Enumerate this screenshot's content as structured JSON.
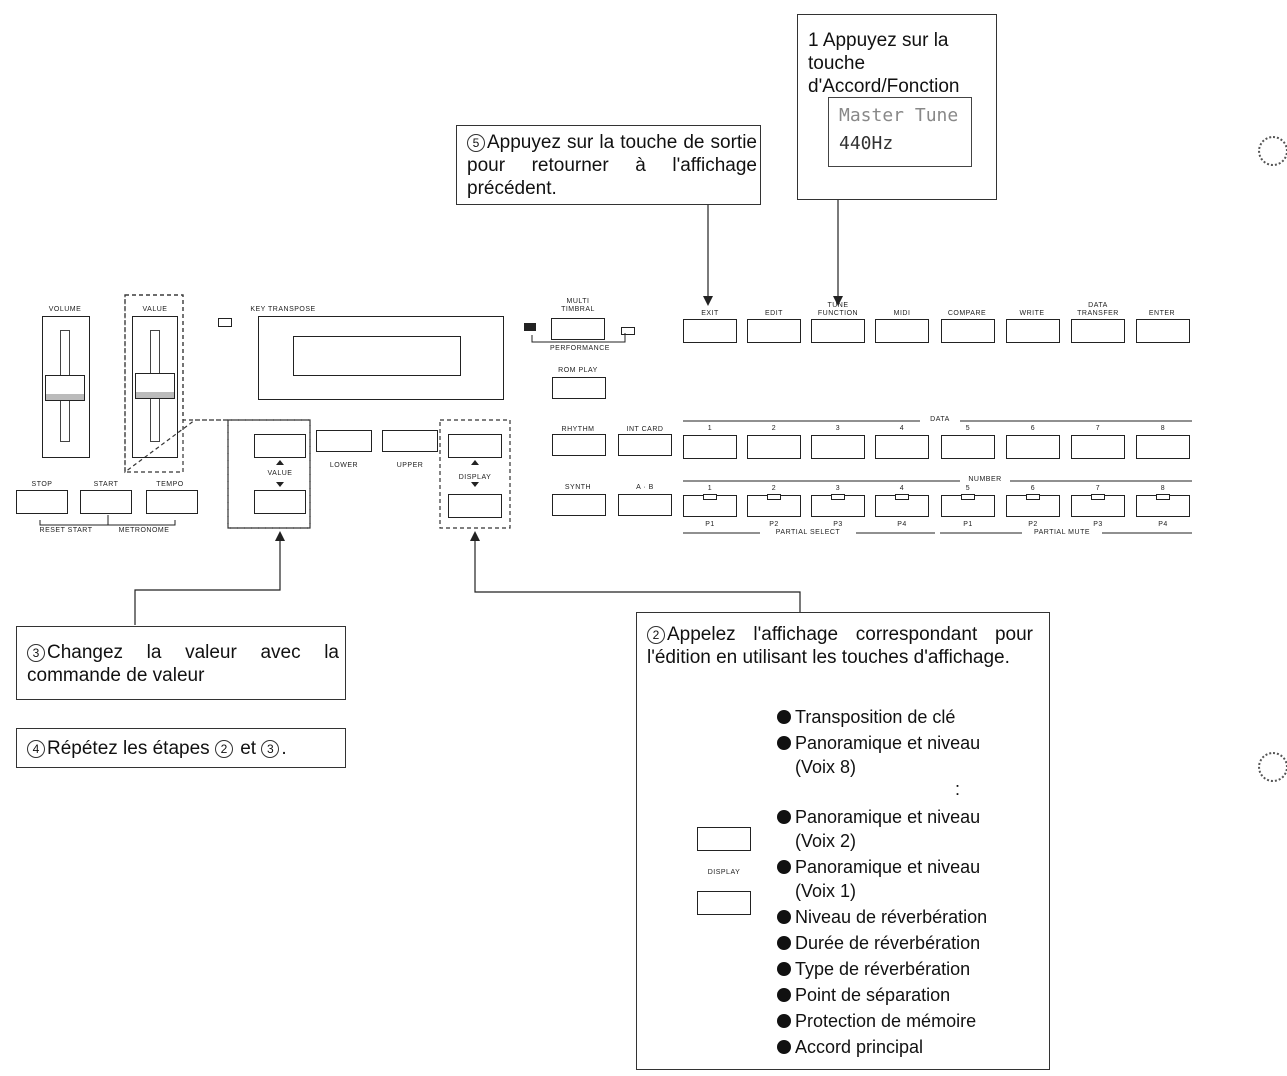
{
  "callouts": {
    "step1": {
      "number": "1",
      "text": "Appuyez sur la touche d'Accord/Fonction",
      "lcd_line1": "Master Tune",
      "lcd_line2": "440Hz"
    },
    "step5": {
      "number": "5",
      "text": "Appuyez sur la touche de sortie pour retourner à l'affichage précédent."
    },
    "step3": {
      "number": "3",
      "text": "Changez la valeur avec la commande de valeur"
    },
    "step4": {
      "number": "4",
      "text": "Répétez les étapes",
      "ref2": "2",
      "conj": "et",
      "ref3": "3",
      "end": "."
    },
    "step2": {
      "number": "2",
      "text": "Appelez l'affichage correspondant pour l'édition en utilisant les touches d'affichage."
    }
  },
  "display_list": {
    "items": [
      "Transposition de clé",
      "Panoramique et niveau",
      "(Voix 8)",
      ":",
      "Panoramique et niveau",
      "(Voix 2)",
      "Panoramique et niveau",
      "(Voix 1)",
      "Niveau de réverbération",
      "Durée de réverbération",
      "Type de réverbération",
      "Point de séparation",
      "Protection de mémoire",
      "Accord principal"
    ],
    "display_label": "DISPLAY"
  },
  "panel": {
    "volume": "VOLUME",
    "value": "VALUE",
    "key_transpose": "KEY TRANSPOSE",
    "multi_timbral": "MULTI TIMBRAL",
    "performance": "PERFORMANCE",
    "rom_play": "ROM PLAY",
    "rhythm": "RHYTHM",
    "int_card": "INT CARD",
    "synth": "SYNTH",
    "ab": "A · B",
    "lower": "LOWER",
    "upper": "UPPER",
    "value_btn": "VALUE",
    "display_btn": "DISPLAY",
    "stop": "STOP",
    "start": "START",
    "tempo": "TEMPO",
    "reset_start": "RESET START",
    "metronome": "METRONOME",
    "top_buttons": [
      "EXIT",
      "EDIT",
      "TUNE FUNCTION",
      "MIDI",
      "COMPARE",
      "WRITE",
      "DATA TRANSFER",
      "ENTER"
    ],
    "data_label": "DATA",
    "number_buttons": [
      "1",
      "2",
      "3",
      "4",
      "5",
      "6",
      "7",
      "8"
    ],
    "number_label": "NUMBER",
    "partial_labels": [
      "P1",
      "P2",
      "P3",
      "P4",
      "P1",
      "P2",
      "P3",
      "P4"
    ],
    "partial_select": "PARTIAL SELECT",
    "partial_mute": "PARTIAL MUTE"
  }
}
